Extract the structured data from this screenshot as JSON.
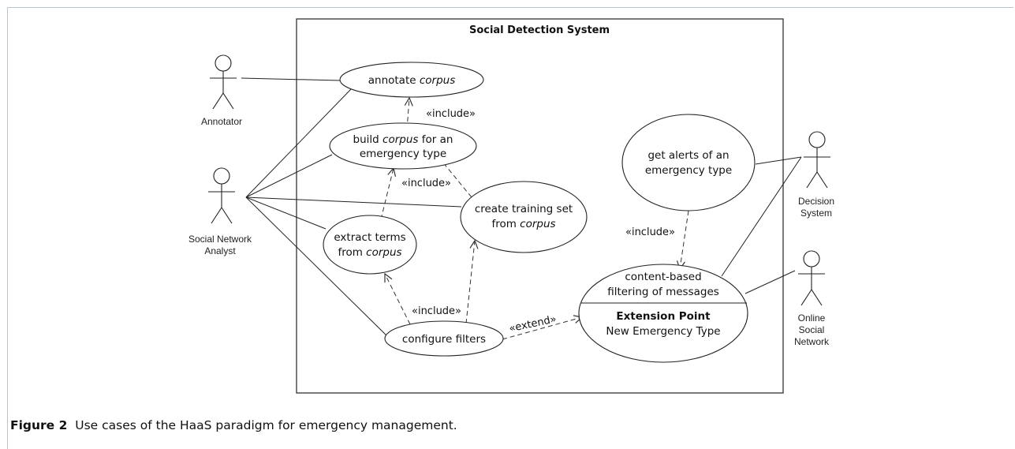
{
  "system": {
    "title": "Social Detection System"
  },
  "actors": {
    "annotator": "Annotator",
    "analyst": [
      "Social Network",
      "Analyst"
    ],
    "decision": [
      "Decision",
      "System"
    ],
    "osn": [
      "Online",
      "Social",
      "Network"
    ]
  },
  "use_cases": {
    "annotate": {
      "pre": "annotate ",
      "em": "corpus"
    },
    "build": {
      "line1_pre": "build ",
      "line1_em": "corpus",
      "line1_post": " for an",
      "line2": "emergency type"
    },
    "extract": {
      "line1": "extract terms",
      "line2_pre": "from ",
      "line2_em": "corpus"
    },
    "training": {
      "line1": "create training set",
      "line2_pre": "from ",
      "line2_em": "corpus"
    },
    "configure": {
      "label": "configure filters"
    },
    "alerts": {
      "line1": "get alerts of an",
      "line2": "emergency type"
    },
    "content": {
      "line1": "content-based",
      "line2": "filtering of messages",
      "ext_title": "Extension Point",
      "ext_value": "New Emergency Type"
    }
  },
  "relations": {
    "include": "«include»",
    "extend": "«extend»"
  },
  "caption": {
    "label": "Figure 2",
    "text": "Use cases of the HaaS paradigm for emergency management."
  }
}
